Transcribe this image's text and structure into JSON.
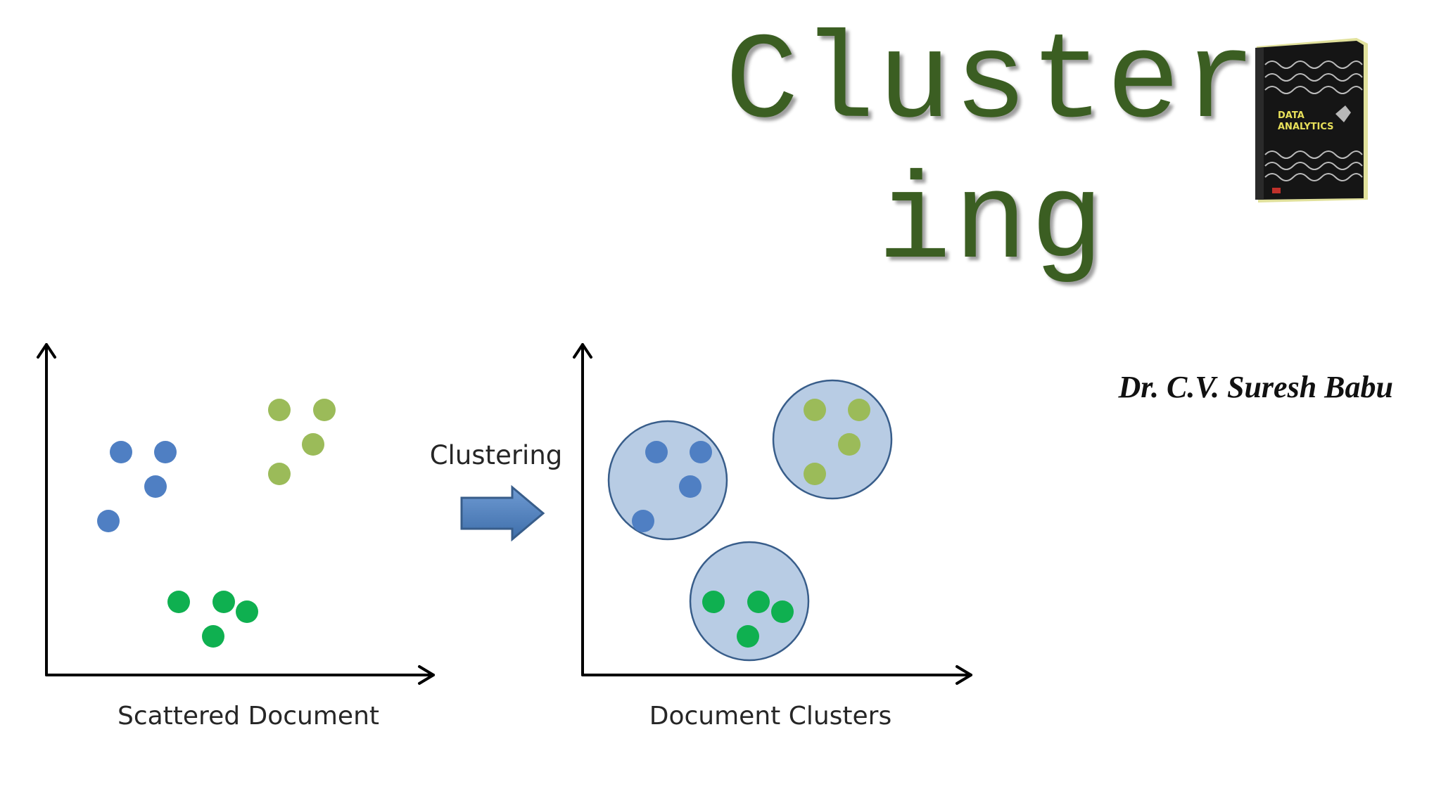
{
  "title": {
    "line1": "Cluster",
    "line2": "ing"
  },
  "author": "Dr. C.V. Suresh Babu",
  "book_cover": {
    "title_line1": "DATA",
    "title_line2": "ANALYTICS"
  },
  "diagram": {
    "left_caption": "Scattered Document",
    "right_caption": "Document Clusters",
    "arrow_label": "Clustering"
  },
  "colors": {
    "title": "#3b5e22",
    "blue_dot": "#4f7fc3",
    "lightgreen_dot": "#9bbb59",
    "green_dot": "#0fb050",
    "cluster_fill": "#b8cce4",
    "cluster_stroke": "#385d8a",
    "arrow_fill": "#4f81bd",
    "arrow_stroke": "#385d8a"
  }
}
